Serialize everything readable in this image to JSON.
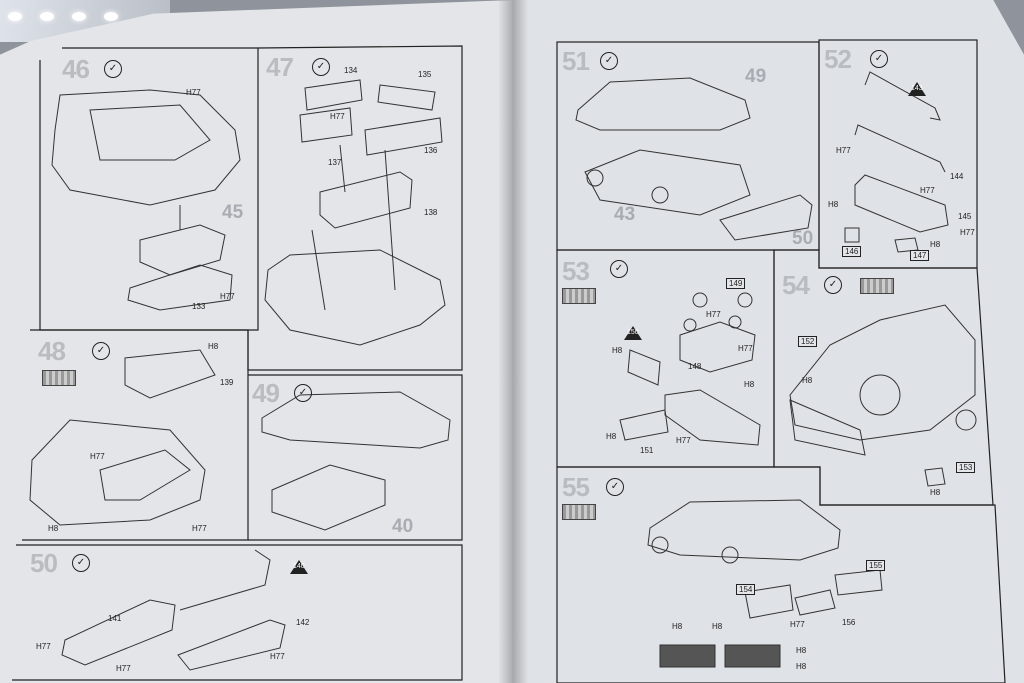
{
  "steps": {
    "s46": {
      "num": "46",
      "parts": [
        "45",
        "133"
      ],
      "refs": [
        "H77",
        "H77"
      ]
    },
    "s47": {
      "num": "47",
      "parts": [
        "134",
        "135",
        "136",
        "137",
        "138"
      ],
      "refs": [
        "H77"
      ]
    },
    "s48": {
      "num": "48",
      "parts": [
        "139"
      ],
      "refs": [
        "H8",
        "H77",
        "H77",
        "H8"
      ]
    },
    "s49": {
      "num": "49",
      "parts": [
        "40"
      ]
    },
    "s50": {
      "num": "50",
      "parts": [
        "141",
        "142",
        "140"
      ],
      "refs": [
        "H77",
        "H77",
        "H77"
      ]
    },
    "s51": {
      "num": "51",
      "parts": [
        "49",
        "43",
        "50"
      ]
    },
    "s52": {
      "num": "52",
      "parts": [
        "143",
        "144",
        "145",
        "146",
        "147"
      ],
      "refs": [
        "H77",
        "H8",
        "H77",
        "H8",
        "H77"
      ]
    },
    "s53": {
      "num": "53",
      "parts": [
        "149",
        "150",
        "148",
        "151"
      ],
      "refs": [
        "H77",
        "H8",
        "H8",
        "H77",
        "H8",
        "H77"
      ]
    },
    "s54": {
      "num": "54",
      "parts": [
        "152",
        "153"
      ],
      "refs": [
        "H8",
        "H8"
      ]
    },
    "s55": {
      "num": "55",
      "parts": [
        "154",
        "155",
        "156"
      ],
      "refs": [
        "H8",
        "H77",
        "H8",
        "H8",
        "H8"
      ]
    }
  },
  "icon_symbol": "✓",
  "colors": {
    "paper": "#e3e5e8",
    "ink": "#222222",
    "step_number": "#b9bcc1"
  }
}
